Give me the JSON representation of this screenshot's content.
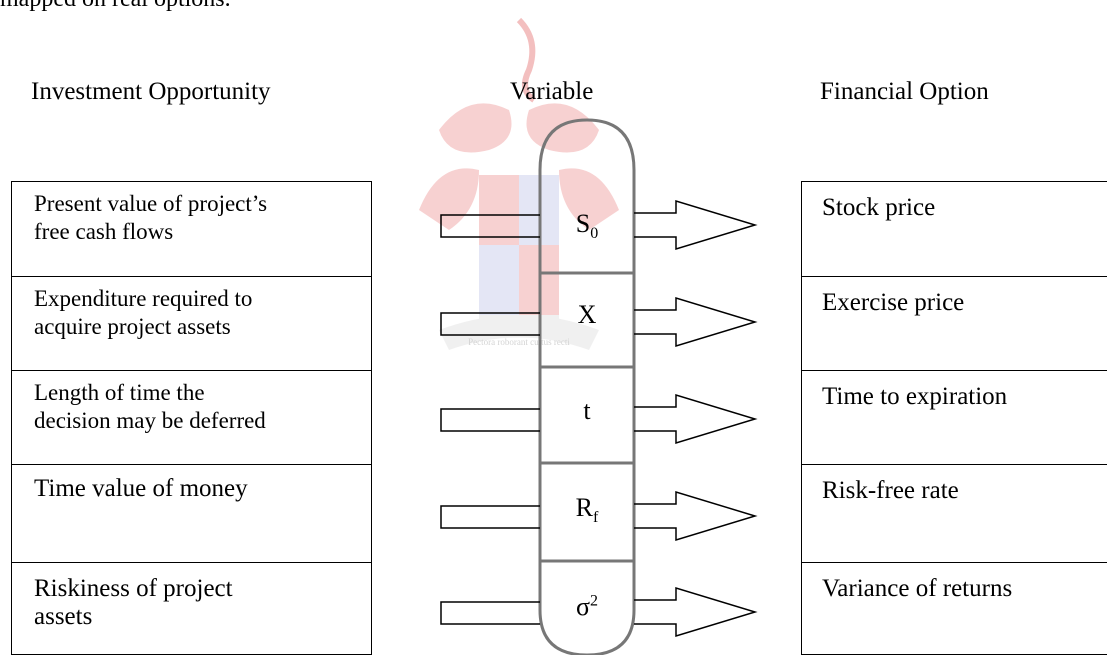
{
  "caption_fragment": "mapped on real options.",
  "headings": {
    "left": "Investment Opportunity",
    "middle": "Variable",
    "right": "Financial Option"
  },
  "left_rows": [
    {
      "line1": "Present value of project’s",
      "line2": "free cash flows"
    },
    {
      "line1": "Expenditure required to",
      "line2": "acquire project assets"
    },
    {
      "line1": "Length of time the",
      "line2": "decision may be deferred"
    },
    {
      "line1": "Time value of money",
      "line2": ""
    },
    {
      "line1": "Riskiness of project",
      "line2": "assets"
    }
  ],
  "variables": [
    {
      "base": "S",
      "sub": "0",
      "sup": ""
    },
    {
      "base": "X",
      "sub": "",
      "sup": ""
    },
    {
      "base": "t",
      "sub": "",
      "sup": ""
    },
    {
      "base": "R",
      "sub": "f",
      "sup": ""
    },
    {
      "base": "σ",
      "sub": "",
      "sup": "2"
    }
  ],
  "right_rows": [
    "Stock price",
    "Exercise price",
    "Time to expiration",
    "Risk-free rate",
    "Variance of returns"
  ],
  "watermark_motto": "Pectora roborant cultus recti",
  "colors": {
    "line": "#000000",
    "capsule": "#777777",
    "crest_red": "#e57373",
    "crest_blue": "#9fa8da",
    "crest_grey": "#bdbdbd"
  }
}
